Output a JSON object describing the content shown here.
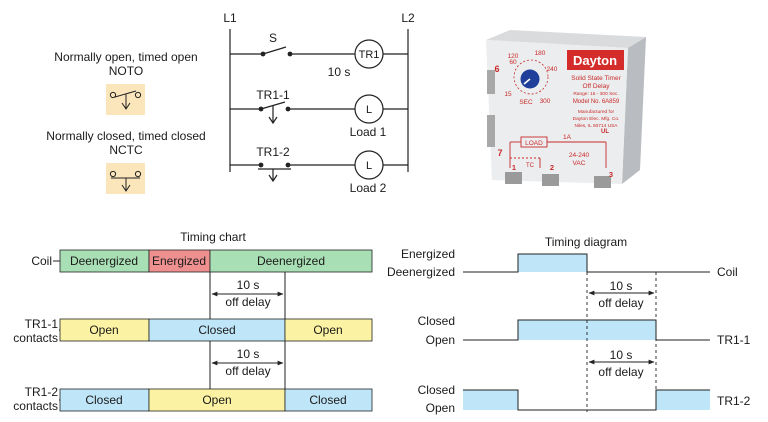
{
  "left_legend": {
    "noto_caption": "Normally open, timed open",
    "noto_code": "NOTO",
    "nctc_caption": "Normally closed, timed closed",
    "nctc_code": "NCTC"
  },
  "ladder": {
    "l1": "L1",
    "l2": "L2",
    "switch_label": "S",
    "coil_label": "TR1",
    "delay_label": "10 s",
    "contact1_label": "TR1-1",
    "contact2_label": "TR1-2",
    "load_symbol": "L",
    "load1_label": "Load 1",
    "load2_label": "Load 2"
  },
  "product": {
    "brand": "Dayton",
    "title": "Solid State Timer",
    "subtitle": "Off Delay",
    "range": "Range: 15 - 300 Sec.",
    "model": "Model No. 6A859",
    "manufacturer": "Manufactured for",
    "mfr_line2": "Dayton Elec. Mfg. Co.",
    "mfr_line3": "Niles, IL 60714 USA",
    "dial_ticks": [
      "15",
      "60",
      "120",
      "180",
      "240",
      "300"
    ],
    "dial_unit": "SEC",
    "load": "LOAD",
    "amps": "1A",
    "tc": "TC",
    "voltage": "24-240",
    "vac": "VAC",
    "term1": "1",
    "term2": "2",
    "term3": "3",
    "term6": "6",
    "term7": "7",
    "cert": "UL"
  },
  "timing_chart": {
    "title": "Timing chart",
    "coil_label": "Coil",
    "tr11_label_1": "TR1-1",
    "tr11_label_2": "contacts",
    "tr12_label_1": "TR1-2",
    "tr12_label_2": "contacts",
    "coil_cells": [
      "Deenergized",
      "Energized",
      "Deenergized"
    ],
    "tr11_cells": [
      "Open",
      "Closed",
      "Open"
    ],
    "tr12_cells": [
      "Closed",
      "Open",
      "Closed"
    ],
    "delay_1": "10 s",
    "delay_2": "off delay",
    "colors": {
      "green": "#a9dfb4",
      "red": "#ef9090",
      "yellow": "#fbf3a3",
      "blue": "#bfe6f8"
    }
  },
  "timing_diagram": {
    "title": "Timing diagram",
    "energized": "Energized",
    "deenergized": "Deenergized",
    "coil": "Coil",
    "closed": "Closed",
    "open": "Open",
    "tr11": "TR1-1",
    "tr12": "TR1-2",
    "delay_1": "10 s",
    "delay_2": "off delay",
    "fill_color": "#bfe6f8"
  }
}
